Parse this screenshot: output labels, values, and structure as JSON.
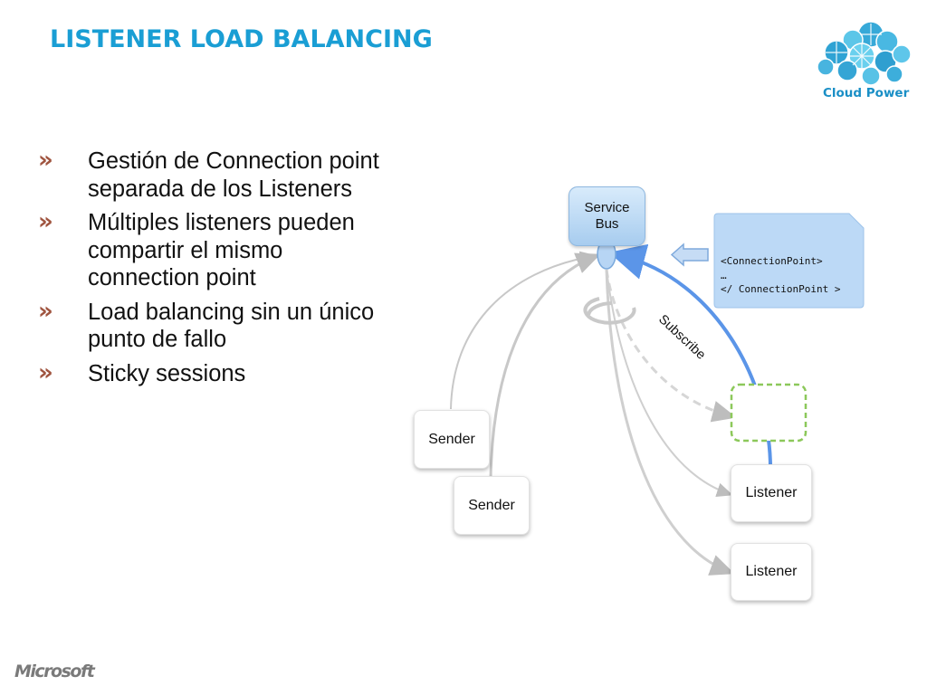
{
  "slide": {
    "title": "LISTENER LOAD BALANCING",
    "brand": {
      "tagline": "Cloud Power",
      "footer_logo": "Microsoft"
    }
  },
  "bullets": [
    {
      "text": "Gestión de Connection point separada de los Listeners"
    },
    {
      "text": "Múltiples listeners pueden compartir el mismo connection point"
    },
    {
      "text": "Load balancing sin un único punto de fallo"
    },
    {
      "text": "Sticky sessions"
    }
  ],
  "bullet_marker": "»",
  "diagram": {
    "service_bus": {
      "line1": "Service",
      "line2": "Bus"
    },
    "connection_point": {
      "line1": "<ConnectionPoint>",
      "line2": "…",
      "line3": "</ ConnectionPoint >"
    },
    "subscribe_label": "Subscribe",
    "senders": [
      {
        "label": "Sender"
      },
      {
        "label": "Sender"
      }
    ],
    "listeners": [
      {
        "label": "Listener"
      },
      {
        "label": "Listener"
      }
    ],
    "colors": {
      "subscribe_arrow": "#5b95e8",
      "placeholder_border": "#8cc85a",
      "box_blue": "#bcd9f6"
    }
  }
}
